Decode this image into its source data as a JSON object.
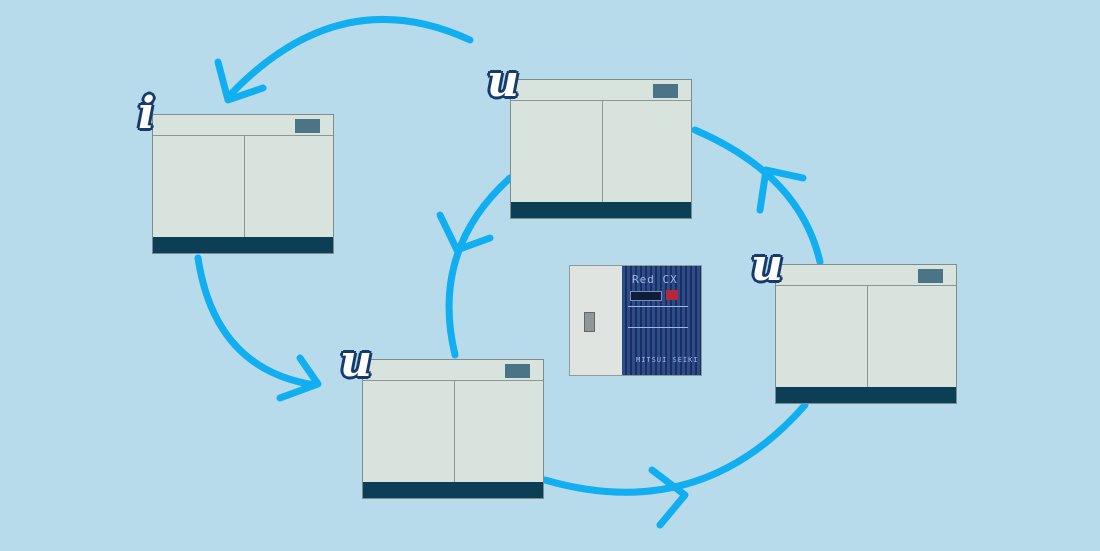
{
  "badges": {
    "left": "i",
    "top_center": "u",
    "right": "u",
    "bottom_center": "u"
  },
  "controller": {
    "brand": "Red CX",
    "maker": "MITSUI SEIKI"
  },
  "colors": {
    "background": "#b8dbec",
    "arrow": "#11aef0",
    "unit_body": "#d8e3dd",
    "unit_base": "#0c3e56",
    "badge_outline": "#163a6b"
  }
}
